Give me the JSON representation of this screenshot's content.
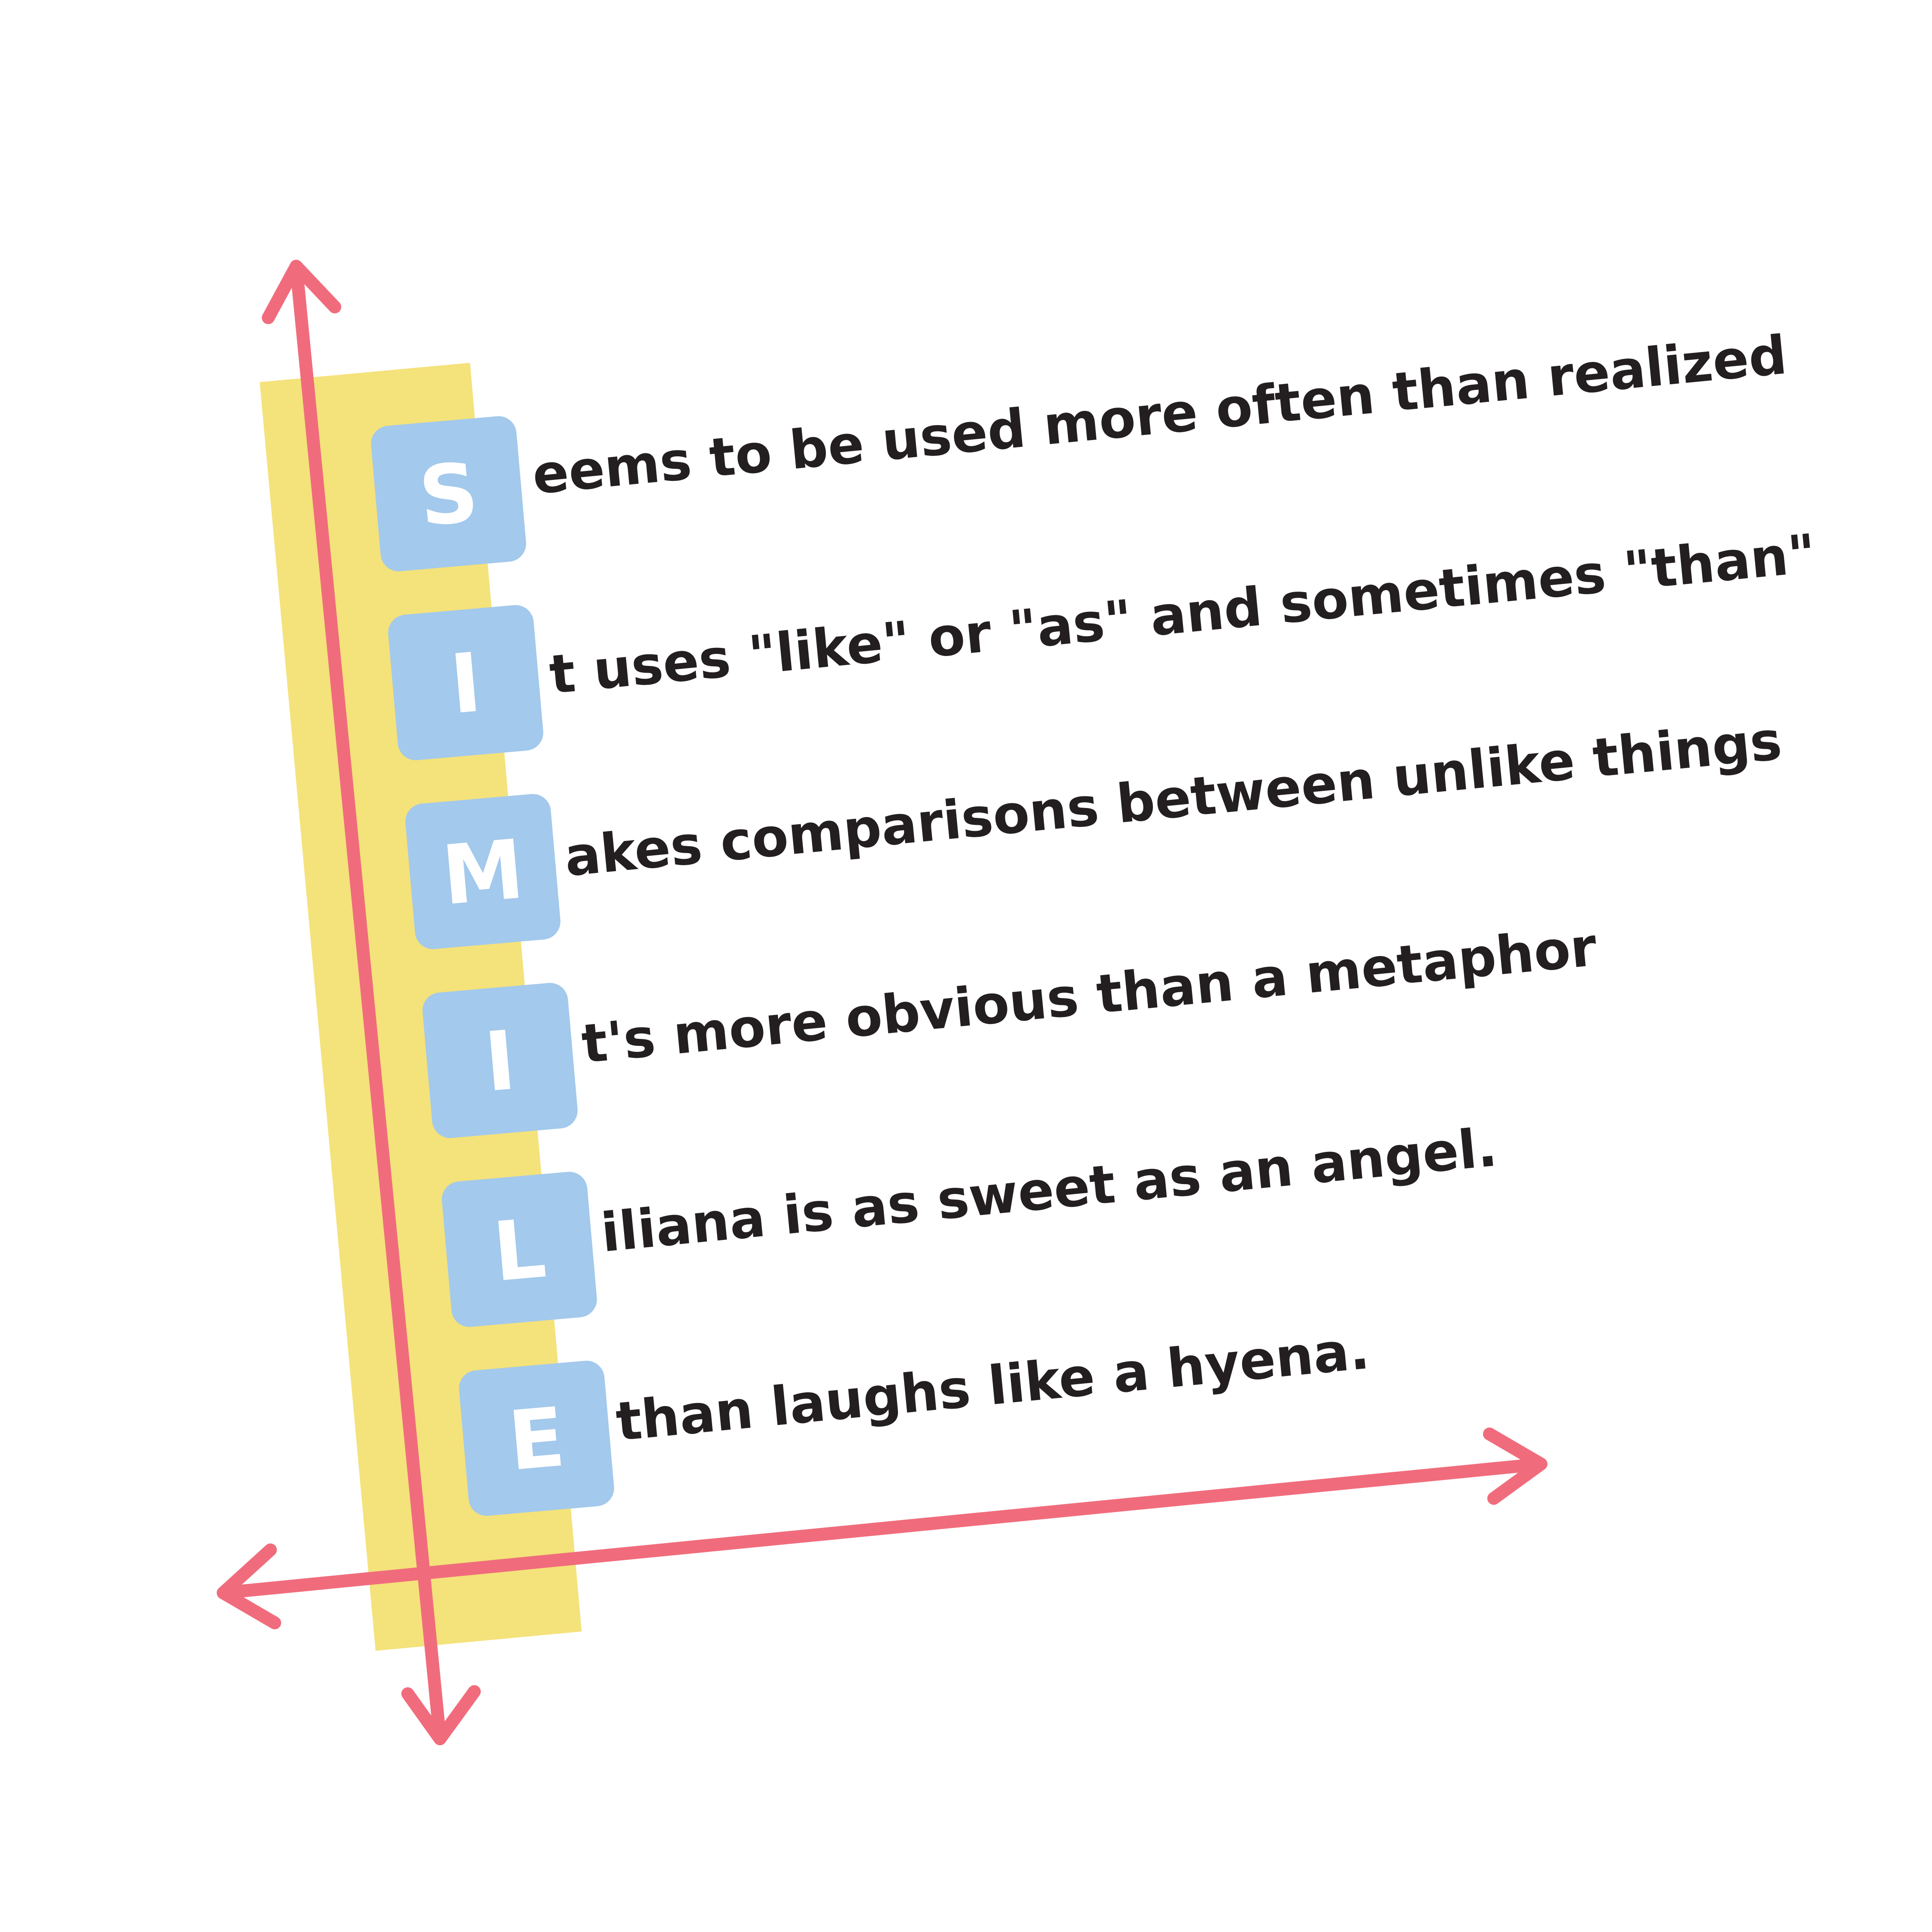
{
  "colors": {
    "background": "#ffffff",
    "highlight_strip": "#f4e27b",
    "axis_arrows": "#f06c7c",
    "letter_tile": "#a3c9ec",
    "letter_glyph": "#ffffff",
    "text": "#231f20"
  },
  "acrostic": {
    "word": "SIMILE",
    "rows": [
      {
        "letter": "S",
        "text": "eems to be used more often than realized"
      },
      {
        "letter": "I",
        "text": "t uses \"like\" or \"as\" and sometimes \"than\""
      },
      {
        "letter": "M",
        "text": "akes comparisons between unlike things"
      },
      {
        "letter": "I",
        "text": "t's more obvious than a metaphor"
      },
      {
        "letter": "L",
        "text": "iliana is as sweet as an angel."
      },
      {
        "letter": "E",
        "text": "than laughs like a hyena."
      }
    ]
  }
}
